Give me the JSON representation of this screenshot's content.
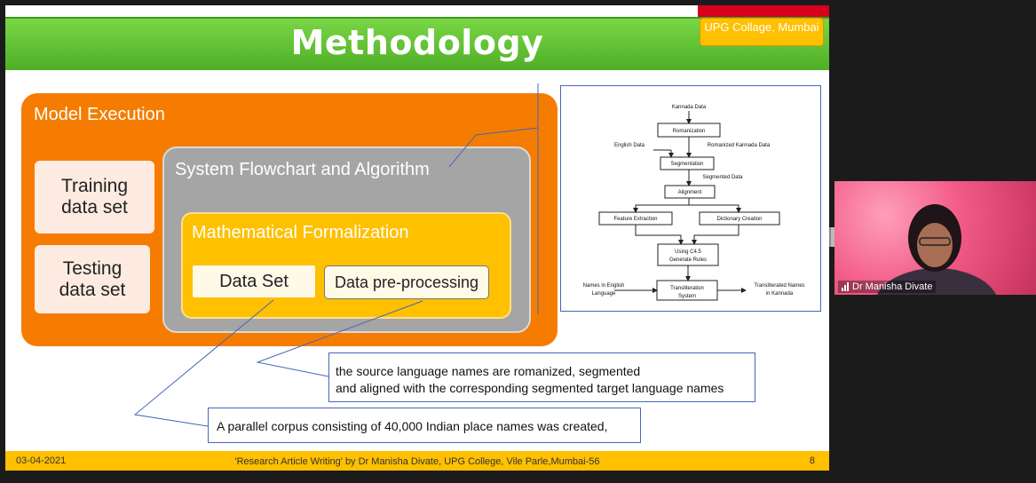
{
  "slide": {
    "title": "Methodology",
    "college_tag": "UPG Collage, Mumbai",
    "model_execution": "Model Execution",
    "training": "Training data set",
    "testing": "Testing data set",
    "flowchart_label": "System Flowchart and Algorithm",
    "math_label": "Mathematical Formalization",
    "dataset": "Data Set",
    "preprocessing": "Data pre-processing",
    "callout_romanized_1": "the source language names are romanized, segmented",
    "callout_romanized_2": "and aligned with the corresponding segmented target language names",
    "callout_corpus": "A parallel corpus consisting of 40,000 Indian place names was created,",
    "footer_date": "03-04-2021",
    "footer_text": "'Research Article Writing' by Dr Manisha Divate, UPG College, Vile Parle,Mumbai-56",
    "page_number": "8"
  },
  "flowchart": {
    "kannada_data": "Kannada Data",
    "romanization": "Romanization",
    "english_data": "English Data",
    "romanized_kannada": "Romanized Kannada Data",
    "segmentation": "Segmentation",
    "segmented_data": "Segmented Data",
    "alignment": "Alignment",
    "feature_extraction": "Feature Extraction",
    "dictionary_creation": "Dictionary Creation",
    "c45_line1": "Using C4.5",
    "c45_line2": "Generate Rules",
    "names_english_1": "Names in English",
    "names_english_2": "Language",
    "translit_1": "Transliteration",
    "translit_2": "System",
    "translit_names_1": "Transliterated Names",
    "translit_names_2": "in Kannada"
  },
  "video": {
    "participant": "Dr Manisha Divate",
    "signal_icon": "signal-bars-icon"
  },
  "colors": {
    "title_green": "#4faf27",
    "orange": "#f57c00",
    "gray": "#a5a5a5",
    "yellow": "#ffc000",
    "callout_border": "#4466bb"
  }
}
